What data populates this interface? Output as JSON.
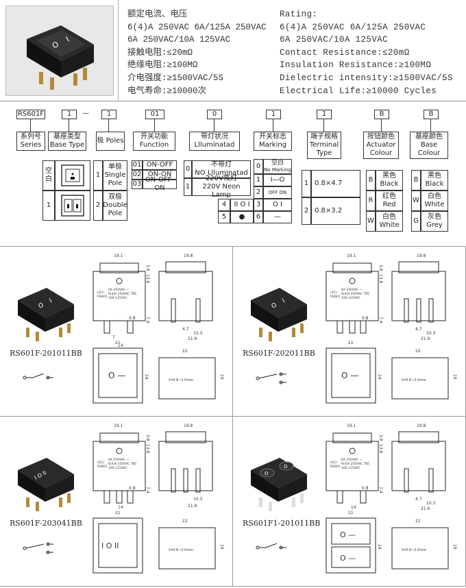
{
  "header": {
    "specs_cn": [
      "额定电流、电压",
      "6(4)A 250VAC  6A/125A 250VAC",
      "6A  250VAC/10A 125VAC",
      "接触电阻:≤20mΩ",
      "绝缘电阻:≥100MΩ",
      "介电强度:≥1500VAC/5S",
      "电气寿命:≥10000次"
    ],
    "specs_en": [
      "Rating:",
      "6(4)A 250VAC  6A/125A 250VAC",
      "6A  250VAC/10A 125VAC",
      "Contact  Resistance:≤20mΩ",
      "Insulation  Resistance:≥100MΩ",
      "Dielectric intensity:≥1500VAC/5S",
      "Electrical Life:≥10000 Cycles"
    ]
  },
  "code": {
    "boxes": [
      "RS601F",
      "1",
      "—",
      "1",
      "01",
      "0",
      "1",
      "1",
      "B",
      "B"
    ],
    "series": "系列号 Series",
    "base_type": "基座类型 Base Type",
    "base_type_opts": [
      {
        "code": "空白",
        "label": ""
      },
      {
        "code": "1",
        "label": ""
      }
    ],
    "poles": "极 Poles",
    "poles_opts": [
      {
        "code": "1",
        "cn": "单极",
        "en": "Single Pole"
      },
      {
        "code": "2",
        "cn": "双极",
        "en": "Double Pole"
      }
    ],
    "function": "开关功能 Function",
    "function_opts": [
      {
        "code": "01",
        "label": "ON-OFF"
      },
      {
        "code": "02",
        "label": "ON-ON"
      },
      {
        "code": "03",
        "label": "ON-OFF-ON"
      }
    ],
    "illumination": "带灯状况 Llluminatad",
    "illum_opts": [
      {
        "code": "0",
        "cn": "不带灯",
        "en": "NO Llluminatad"
      },
      {
        "code": "1",
        "cn": "220V氖灯",
        "en": "220V Neon Lamp"
      }
    ],
    "marking": "开关标志 Marking",
    "marking_opts": [
      {
        "code": "0",
        "cn": "空白",
        "en": "No Marking"
      },
      {
        "code": "1",
        "sym": "I—O"
      },
      {
        "code": "2",
        "sym": "OFF ON"
      },
      {
        "code": "3",
        "sym": "O I"
      },
      {
        "code": "4",
        "sym": "II O I"
      },
      {
        "code": "5",
        "sym": "●"
      },
      {
        "code": "6",
        "sym": "—"
      }
    ],
    "terminal": "端子规格 Terminal Type",
    "terminal_opts": [
      {
        "code": "1",
        "label": "0.8×4.7"
      },
      {
        "code": "2",
        "label": "0.8×3.2"
      }
    ],
    "actuator": "按钮颜色 Actuator Colour",
    "actuator_opts": [
      {
        "code": "B",
        "cn": "黑色",
        "en": "Black"
      },
      {
        "code": "R",
        "cn": "红色",
        "en": "Red"
      },
      {
        "code": "W",
        "cn": "白色",
        "en": "White"
      }
    ],
    "base_colour": "基座颜色 Base Colour",
    "base_colour_opts": [
      {
        "code": "B",
        "cn": "黑色",
        "en": "Black"
      },
      {
        "code": "W",
        "cn": "白色",
        "en": "White"
      },
      {
        "code": "G",
        "cn": "灰色",
        "en": "Grey"
      }
    ]
  },
  "products": [
    {
      "model": "RS601F-201011BB",
      "marking": "O —",
      "dims": {
        "w1": "19.1",
        "w2": "19.8",
        "h1": "13.8",
        "h2": "3.8",
        "t": "0.8",
        "p1": "7",
        "p2": "4.7",
        "p3": "10.3",
        "b": "21.9",
        "f1": "21",
        "f2": "22",
        "fh1": "24",
        "fh2": "19",
        "pw": "ℓ=0.6~2.5mm",
        "h3": "7.4",
        "s": "14"
      },
      "label_text": "6A 250VAC ~ 6(4)A 250VAC T85 10A 125VAC"
    },
    {
      "model": "RS601F-202011BB",
      "marking": "O —"
    },
    {
      "model": "RS601F-203041BB",
      "marking": "I O II"
    },
    {
      "model": "RS601F1-201011BB",
      "marking": "O —"
    }
  ],
  "dims": {
    "d191": "19.1",
    "d198": "19.8",
    "d138": "13.8",
    "d38": "3.8",
    "d08": "0.8",
    "d7": "7",
    "d47": "4.7",
    "d103": "10.3",
    "d219": "21.9",
    "d21": "21",
    "d22": "22",
    "d24": "24",
    "d19": "19",
    "d74": "7.4",
    "d14": "14",
    "dpanel": "ℓ=0.6~2.5mm",
    "lbl1": "6A 250VAC ~",
    "lbl2": "6(4)A 250VAC T85",
    "lbl3": "10A 125VAC",
    "lec": "LEC/",
    "rs": "RS601"
  }
}
